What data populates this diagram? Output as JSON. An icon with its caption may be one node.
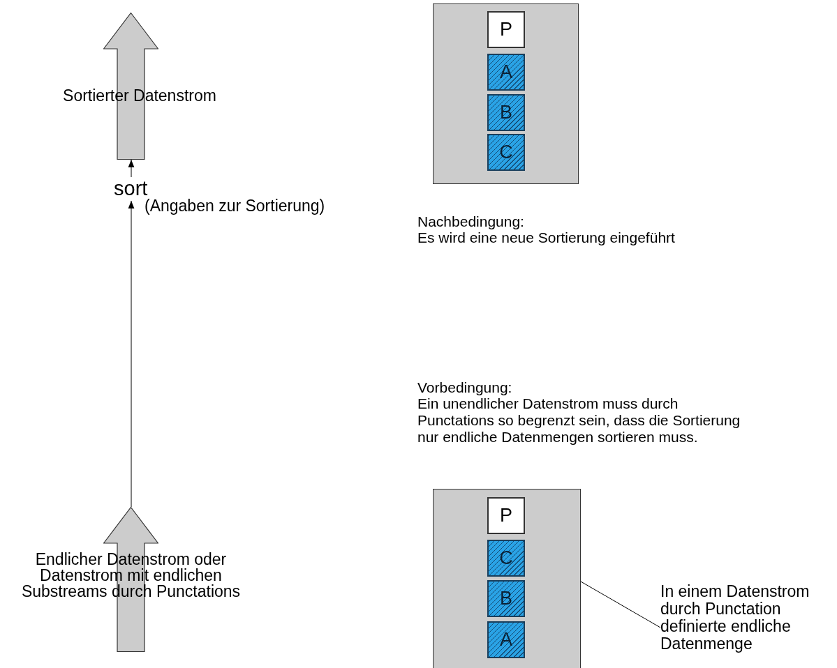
{
  "diagram": {
    "nodes": [
      {
        "text": [
          "Sortierter Datenstrom"
        ]
      },
      {
        "text": [
          "sort"
        ],
        "beside": [
          "(Angaben zur Sortierung)"
        ]
      },
      {
        "text": [
          "Endlicher Datenstrom oder Datenstrom mit endlichen Substreams durch Punctations"
        ]
      },
      {
        "text": [],
        "shape": "box"
      },
      {
        "text": [
          "P"
        ],
        "in": 3
      },
      {
        "text": [
          "A"
        ],
        "in": 3
      },
      {
        "text": [
          "B"
        ],
        "in": 3
      },
      {
        "text": [
          "C"
        ],
        "in": 3
      },
      {
        "text": [],
        "shape": "box"
      },
      {
        "text": [
          "P"
        ],
        "in": 8
      },
      {
        "text": [
          "C"
        ],
        "in": 8
      },
      {
        "text": [
          "B"
        ],
        "in": 8
      },
      {
        "text": [
          "A"
        ],
        "in": 8
      },
      {
        "text": [
          "In einem Datenstrom durch Punctation definierte endliche Datenmenge"
        ]
      }
    ],
    "edges": [
      {
        "from": 2,
        "to": 1,
        "arrow": "to"
      },
      {
        "from": 1,
        "to": 0,
        "arrow": "to"
      },
      {
        "from": 13,
        "to": 8,
        "arrow": "none"
      }
    ],
    "labels": [
      "Nachbedingung:",
      "Es wird eine neue Sortierung eingeführt",
      "Vorbedingung:",
      "Ein unendlicher Datenstrom muss durch Punctations so begrenzt sein, dass die Sortierung nur endliche Datenmengen sortieren muss."
    ]
  }
}
